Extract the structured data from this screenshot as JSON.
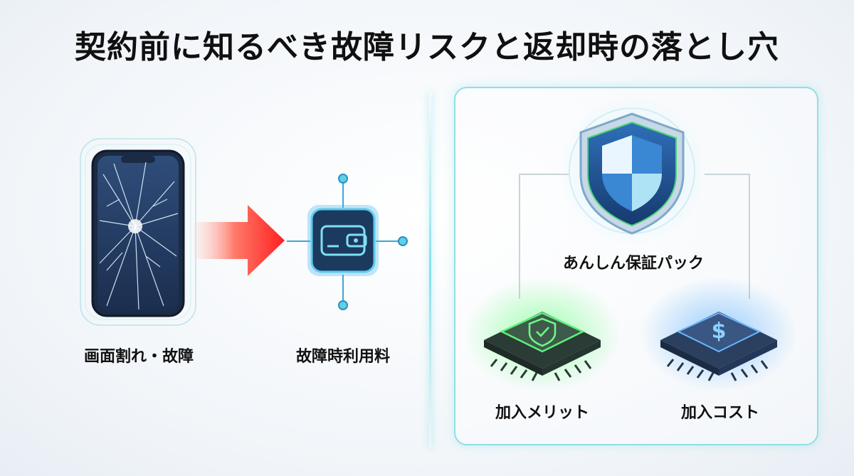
{
  "title": "契約前に知るべき故障リスクと返却時の落とし穴",
  "left": {
    "phone_label": "画面割れ・故障",
    "fee_label": "故障時利用料"
  },
  "right": {
    "shield_label": "あんしん保証パック",
    "merit_label": "加入メリット",
    "cost_label": "加入コスト"
  },
  "colors": {
    "accent": "#6fd3de",
    "arrow": "#ff2a2a",
    "merit_glow": "#3ee05a",
    "cost_glow": "#4aa8ff"
  },
  "icons": [
    "cracked-phone-icon",
    "arrow-right-icon",
    "wallet-icon",
    "shield-icon",
    "check-shield-icon",
    "dollar-icon"
  ]
}
